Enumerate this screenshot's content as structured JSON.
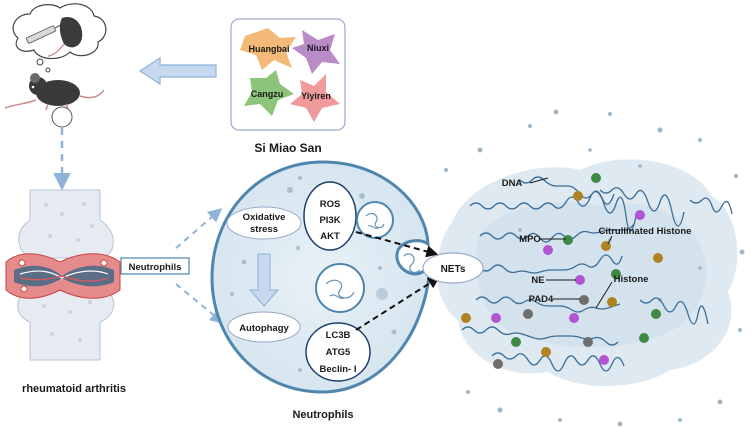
{
  "herbs": {
    "box_title": "Si Miao San",
    "items": [
      {
        "label": "Huangbai",
        "color": "#f2b978"
      },
      {
        "label": "Niuxi",
        "color": "#b98bc7"
      },
      {
        "label": "Cangzu",
        "color": "#8cc47a"
      },
      {
        "label": "Yiyiren",
        "color": "#f09a9c"
      }
    ]
  },
  "joint": {
    "label": "rheumatoid arthritis",
    "tag": "Neutrophils"
  },
  "cell": {
    "label": "Neutrophils",
    "oxidative_stress": "Oxidative stress",
    "oxidative_line1": "Oxidative",
    "oxidative_line2": "stress",
    "autophagy": "Autophagy",
    "pathway_top": [
      "ROS",
      "PI3K",
      "AKT"
    ],
    "pathway_bottom": [
      "LC3B",
      "ATG5",
      "Beclin- I"
    ],
    "nets": "NETs"
  },
  "nets_panel": {
    "labels": {
      "dna": "DNA",
      "mpo": "MPO",
      "citrullinated_histone": "Citrullinated Histone",
      "ne": "NE",
      "histone": "Histone",
      "pad4": "PAD4"
    }
  },
  "colors": {
    "cell_fill": "#dde9f1",
    "cell_stroke": "#4f86ad",
    "arrow_blue": "#8fb2d9",
    "nets_cloud": "#dce8f0",
    "dna_strand": "#3c6e99",
    "dot_green": "#3f8a43",
    "dot_purple": "#b054d2",
    "dot_gold": "#b08220",
    "dot_gray": "#6e6e6e"
  }
}
